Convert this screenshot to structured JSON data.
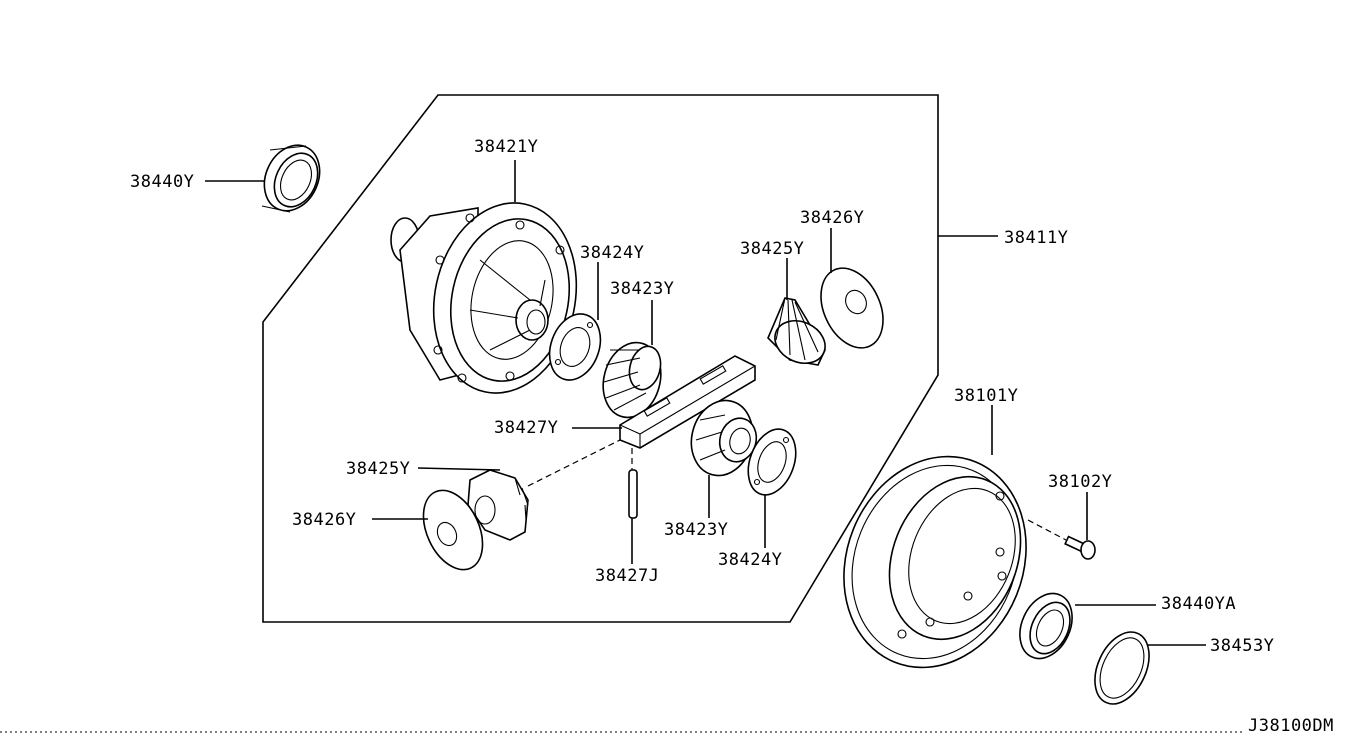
{
  "labels": {
    "p38440Y": "38440Y",
    "p38421Y": "38421Y",
    "p38424Y_top": "38424Y",
    "p38423Y_top": "38423Y",
    "p38425Y_top": "38425Y",
    "p38426Y_top": "38426Y",
    "p38411Y": "38411Y",
    "p38427Y": "38427Y",
    "p38425Y_left": "38425Y",
    "p38426Y_left": "38426Y",
    "p38423Y_bottom": "38423Y",
    "p38424Y_bottom": "38424Y",
    "p38427J": "38427J",
    "p38101Y": "38101Y",
    "p38102Y": "38102Y",
    "p38440YA": "38440YA",
    "p38453Y": "38453Y"
  },
  "diagram_code": "J38100DM"
}
